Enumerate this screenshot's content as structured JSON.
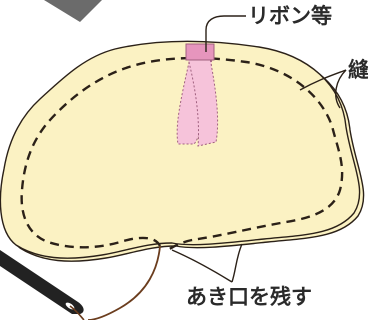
{
  "labels": {
    "ribbon": "リボン等",
    "seam": "縫",
    "opening": "あき口を残す"
  },
  "colors": {
    "fabric_fill": "#fbf2c3",
    "outline": "#2b2118",
    "ribbon_fill": "#f6c3da",
    "ribbon_edge": "#e695bd",
    "thread": "#6b3d1e",
    "needle": "#222222",
    "arrow_gray": "#6b6b6b",
    "text": "#2a2a2a"
  },
  "icons": {
    "needle": "sewing-needle-icon",
    "arrow": "direction-arrow-icon"
  }
}
